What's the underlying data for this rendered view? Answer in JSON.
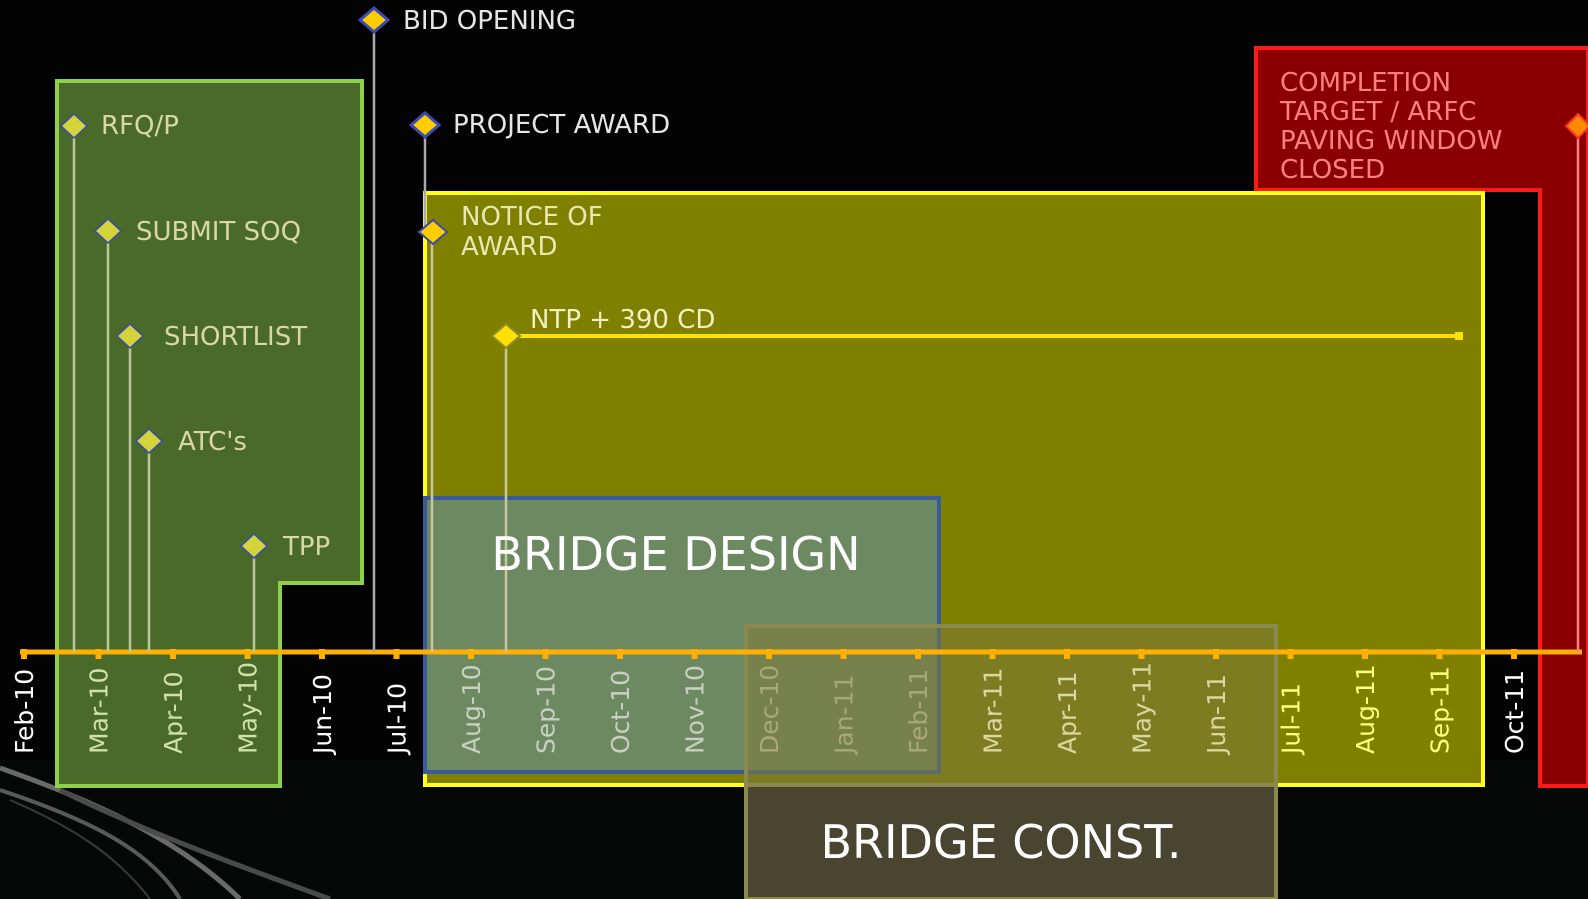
{
  "timeline": {
    "months": [
      "Feb-10",
      "Mar-10",
      "Apr-10",
      "May-10",
      "Jun-10",
      "Jul-10",
      "Aug-10",
      "Sep-10",
      "Oct-10",
      "Nov-10",
      "Dec-10",
      "Jan-11",
      "Feb-11",
      "Mar-11",
      "Apr-11",
      "May-11",
      "Jun-11",
      "Jul-11",
      "Aug-11",
      "Sep-11",
      "Oct-11"
    ],
    "axis_color": "#ffb000"
  },
  "milestones": {
    "rfqp": "RFQ/P",
    "submit_soq": "SUBMIT SOQ",
    "shortlist": "SHORTLIST",
    "atcs": "ATC's",
    "tpp": "TPP",
    "bid_opening": "BID OPENING",
    "project_award": "PROJECT AWARD",
    "notice_of_award_1": "NOTICE OF",
    "notice_of_award_2": "AWARD",
    "ntp": "NTP + 390 CD"
  },
  "completion": {
    "line1": "COMPLETION",
    "line2": "TARGET / ARFC",
    "line3": "PAVING WINDOW",
    "line4": "CLOSED"
  },
  "phases": {
    "bridge_design": "BRIDGE DESIGN",
    "bridge_const": "BRIDGE CONST."
  },
  "colors": {
    "procurement_fill": "#4a6a2a",
    "procurement_border": "#8ed04a",
    "contract_fill": "#7f7f00",
    "contract_border": "#ffff22",
    "design_fill": "#6b8a6a",
    "design_border": "#3a5a9a",
    "const_fill": "#4a4530",
    "const_border": "#8a8a50",
    "completion_fill": "#8a0000",
    "completion_border": "#ff1a1a",
    "diamond_yellow": "#d4d43a",
    "diamond_gold": "#ffcc00",
    "diamond_blue": "#3a4ab0"
  }
}
